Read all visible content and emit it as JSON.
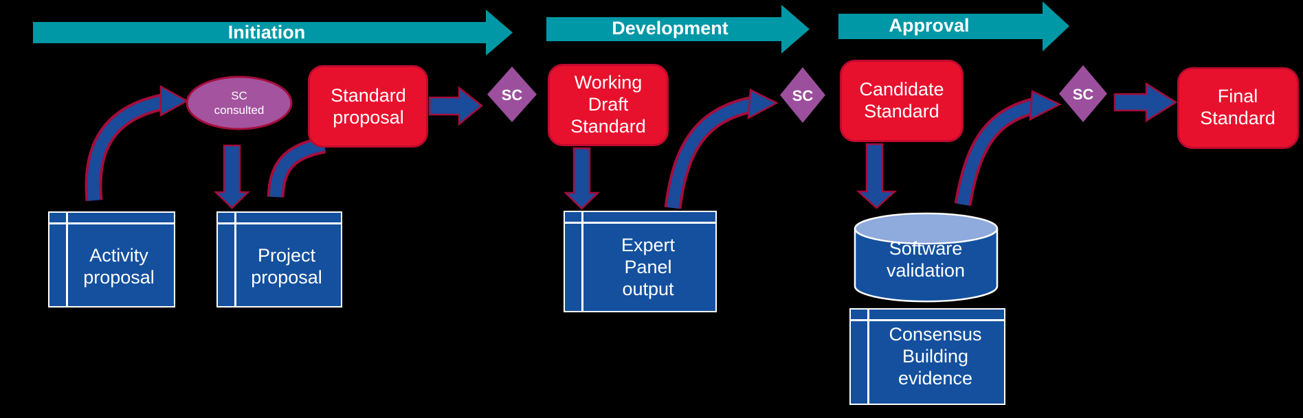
{
  "diagram_title": "standards process flow",
  "colors": {
    "background": "#000000",
    "phase_teal": "#0098A6",
    "node_red": "#E8112D",
    "node_red_border": "#C00A2E",
    "node_blue": "#14509E",
    "cylinder_top_blue": "#8FAADC",
    "gate_purple": "#9C4F9C",
    "ellipse_purple": "#A4539F",
    "arrow_blue": "#1B4B9B",
    "arrow_outline_crimson": "#A50D3C",
    "text_white": "#FFFFFF"
  },
  "phases": {
    "initiation": "Initiation",
    "development": "Development",
    "approval": "Approval"
  },
  "nodes": {
    "activity_proposal": "Activity\nproposal",
    "sc_consulted": "SC\nconsulted",
    "project_proposal": "Project\nproposal",
    "standard_proposal": "Standard\nproposal",
    "working_draft_standard": "Working\nDraft\nStandard",
    "expert_panel_output": "Expert\nPanel\noutput",
    "candidate_standard": "Candidate\nStandard",
    "software_validation": "Software\nvalidation",
    "consensus_building_evidence": "Consensus\nBuilding\nevidence",
    "final_standard": "Final\nStandard",
    "sc_gate_label": "SC"
  }
}
